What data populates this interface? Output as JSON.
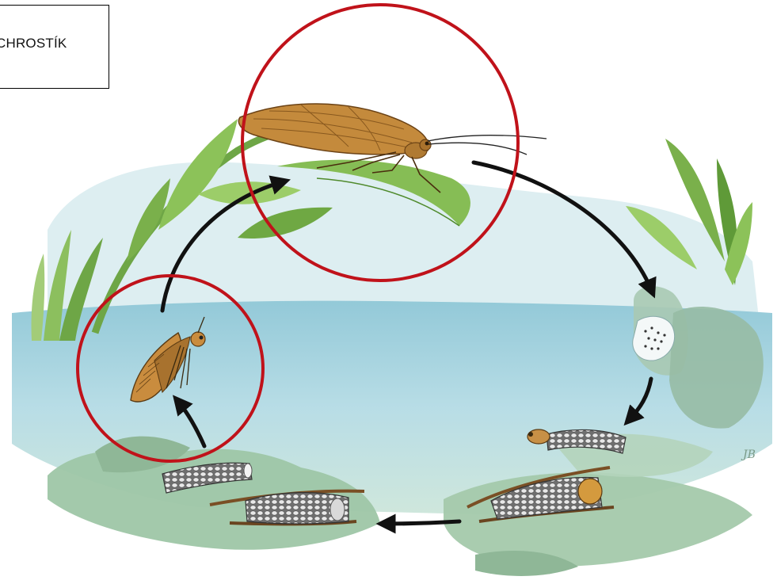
{
  "label": {
    "text": "CHROSTÍK"
  },
  "signature": {
    "text": "JB"
  },
  "colors": {
    "water": "#a9d3de",
    "water_light": "#d6ecef",
    "sky": "#cfe6ea",
    "leaf": "#7fb64a",
    "leaf_dark": "#4f8a2c",
    "stone": "#9dbfa8",
    "insect": "#c48a3c",
    "highlight_circle": "#c0121a",
    "arrow": "#111111",
    "case": "#8e8e8e"
  },
  "stages": [
    {
      "name": "adult-caddisfly",
      "highlighted": true
    },
    {
      "name": "egg-mass",
      "highlighted": false
    },
    {
      "name": "larva-in-case",
      "highlighted": false
    },
    {
      "name": "larva-case-with-sticks",
      "highlighted": false
    },
    {
      "name": "pupa-case-sealed",
      "highlighted": false
    },
    {
      "name": "empty-case",
      "highlighted": false
    },
    {
      "name": "emerging-pupa",
      "highlighted": true
    }
  ]
}
